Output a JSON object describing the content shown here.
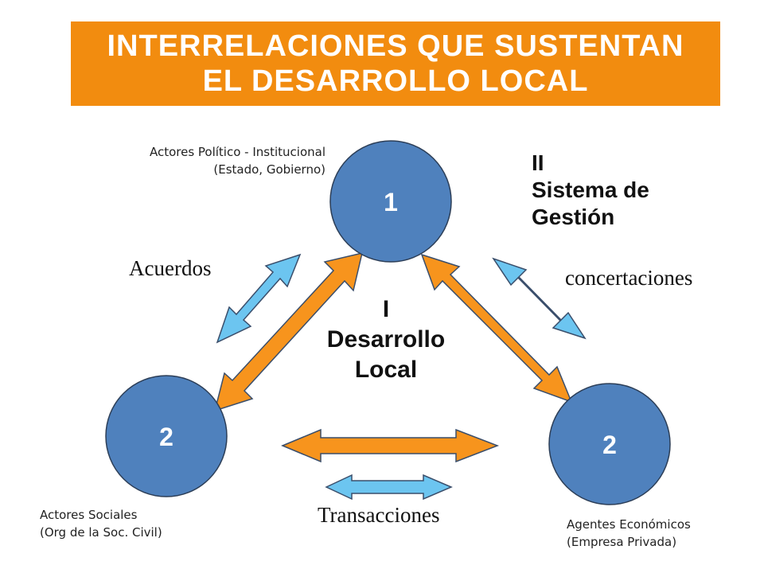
{
  "title": {
    "line1": "INTERRELACIONES QUE SUSTENTAN",
    "line2": "EL DESARROLLO LOCAL",
    "background": "#F28C0F"
  },
  "nodes": {
    "top": {
      "label": "1",
      "caption_line1": "Actores Político - Institucional",
      "caption_line2": "(Estado, Gobierno)"
    },
    "bottom_left": {
      "label": "2",
      "caption_line1": "Actores Sociales",
      "caption_line2": "(Org de la Soc. Civil)"
    },
    "bottom_right": {
      "label": "2",
      "caption_line1": "Agentes Económicos",
      "caption_line2": "(Empresa Privada)"
    },
    "color": "#4F81BD"
  },
  "system": {
    "line1": "II",
    "line2": "Sistema de",
    "line3": "Gestión"
  },
  "center": {
    "line1": "I",
    "line2": "Desarrollo",
    "line3": "Local"
  },
  "arrow_labels": {
    "left": "Acuerdos",
    "right": "concertaciones",
    "bottom": "Transacciones"
  },
  "colors": {
    "orange_arrow": "#F7941D",
    "blue_arrow": "#6CC5F0",
    "outline": "#3a4e6b"
  }
}
